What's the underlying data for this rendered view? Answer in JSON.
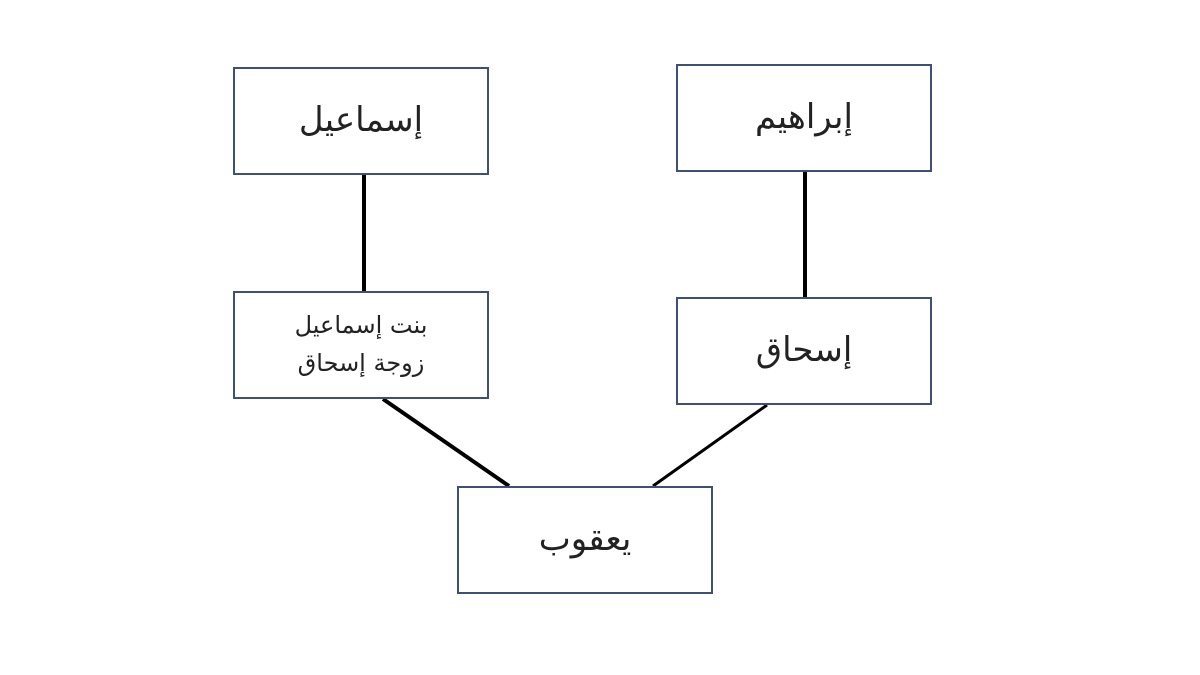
{
  "nodes": {
    "ismail": "إسماعيل",
    "ibrahim": "إبراهيم",
    "daughter_line1": "بنت إسماعيل",
    "daughter_line2": "زوجة إسحاق",
    "isaac": "إسحاق",
    "jacob": "يعقوب"
  },
  "colors": {
    "box_border": "#3f4f78",
    "connector": "#000000",
    "text": "#222222",
    "background": "#ffffff"
  }
}
